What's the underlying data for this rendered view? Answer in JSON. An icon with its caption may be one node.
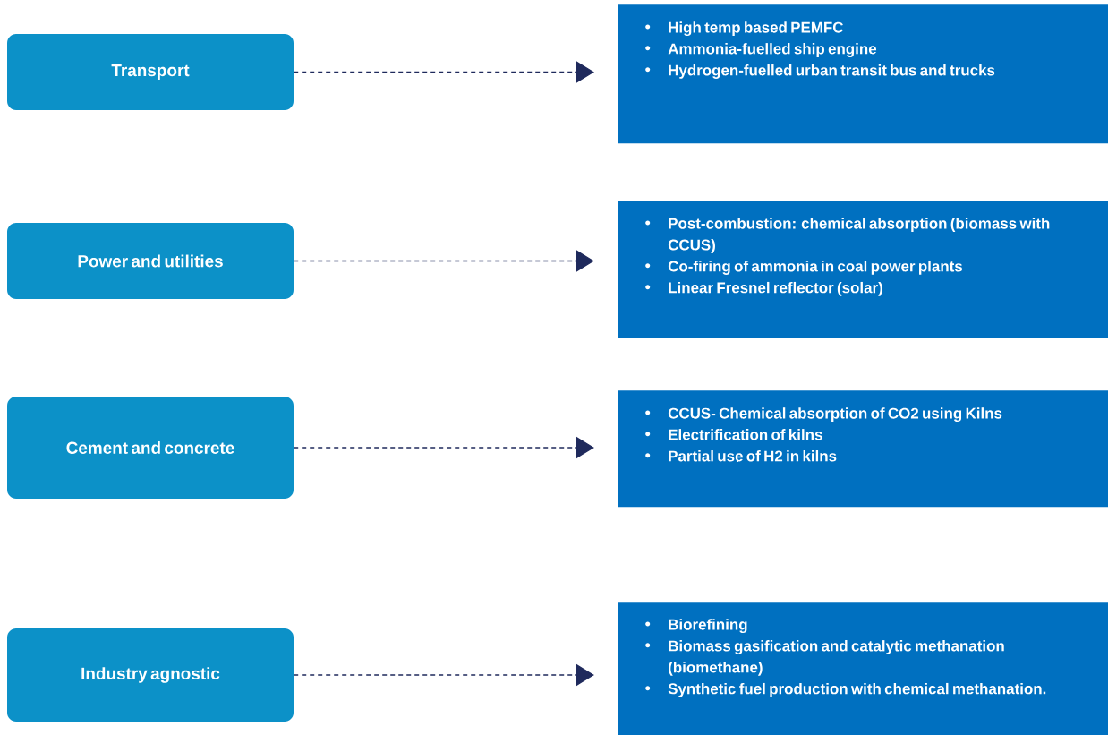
{
  "diagram": {
    "nodes": [
      {
        "text": [
          "Transport"
        ]
      },
      {
        "text": [
          "Power and utilities"
        ]
      },
      {
        "text": [
          "Cement and concrete"
        ]
      },
      {
        "text": [
          "Industry agnostic"
        ]
      },
      {
        "text": [
          "High temp based PEMFC",
          "Ammonia-fuelled ship engine",
          "Hydrogen-fuelled urban transit bus and trucks"
        ]
      },
      {
        "text": [
          "Post-combustion: chemical absorption (biomass with CCUS)",
          "Co-firing of ammonia in coal power plants",
          "Linear Fresnel reflector (solar)"
        ]
      },
      {
        "text": [
          "CCUS- Chemical absorption of CO2 using Kilns",
          "Electrification of kilns",
          "Partial use of H2 in kilns"
        ]
      },
      {
        "text": [
          "Biorefining",
          "Biomass gasification and catalytic methanation (biomethane)",
          "Synthetic fuel production with chemical methanation."
        ]
      }
    ],
    "edges": [
      {
        "from": 0,
        "to": 4,
        "arrow": "to",
        "style": "dashed"
      },
      {
        "from": 1,
        "to": 5,
        "arrow": "to",
        "style": "dashed"
      },
      {
        "from": 2,
        "to": 6,
        "arrow": "to",
        "style": "dashed"
      },
      {
        "from": 3,
        "to": 7,
        "arrow": "to",
        "style": "dashed"
      }
    ]
  }
}
